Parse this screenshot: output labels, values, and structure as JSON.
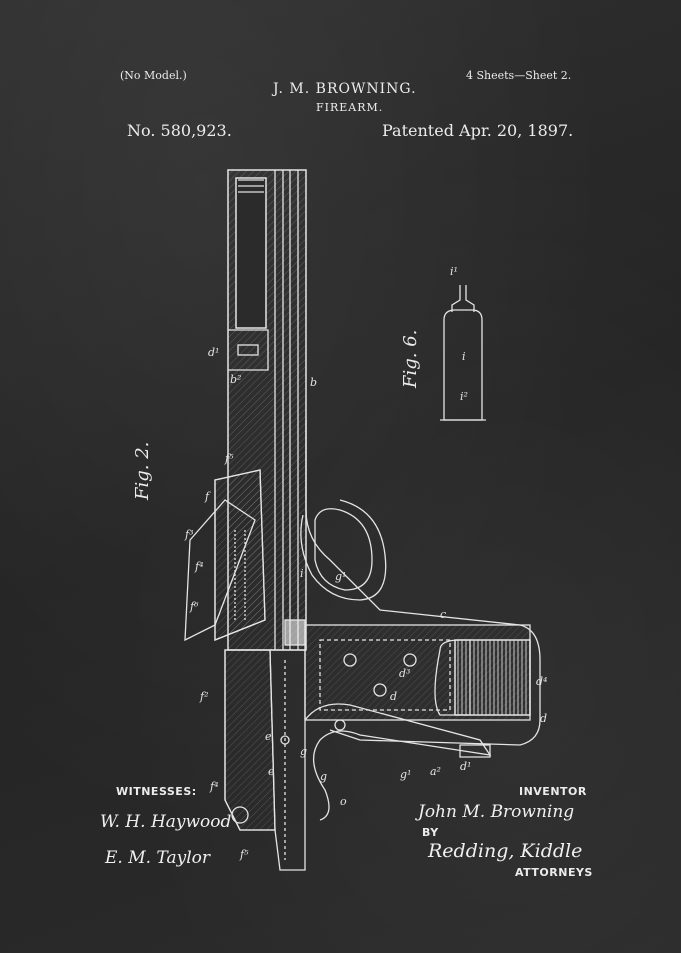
{
  "header": {
    "model": "(No Model.)",
    "inventor_name": "J. M. BROWNING.",
    "title": "FIREARM.",
    "sheets": "4 Sheets—Sheet 2.",
    "patent_no": "No. 580,923.",
    "patent_date": "Patented Apr. 20, 1897."
  },
  "figures": {
    "fig2": "Fig. 2.",
    "fig6": "Fig. 6."
  },
  "labels": {
    "witnesses": "WITNESSES:",
    "inventor": "INVENTOR",
    "by": "BY",
    "attorneys": "ATTORNEYS"
  },
  "signatures": {
    "witness1": "W. H. Haywood",
    "witness2": "E. M. Taylor",
    "inventor": "John M. Browning",
    "attorneys": "Redding, Kiddle"
  },
  "colors": {
    "background": "#2a2a2a",
    "ink": "#e8e8e8"
  }
}
